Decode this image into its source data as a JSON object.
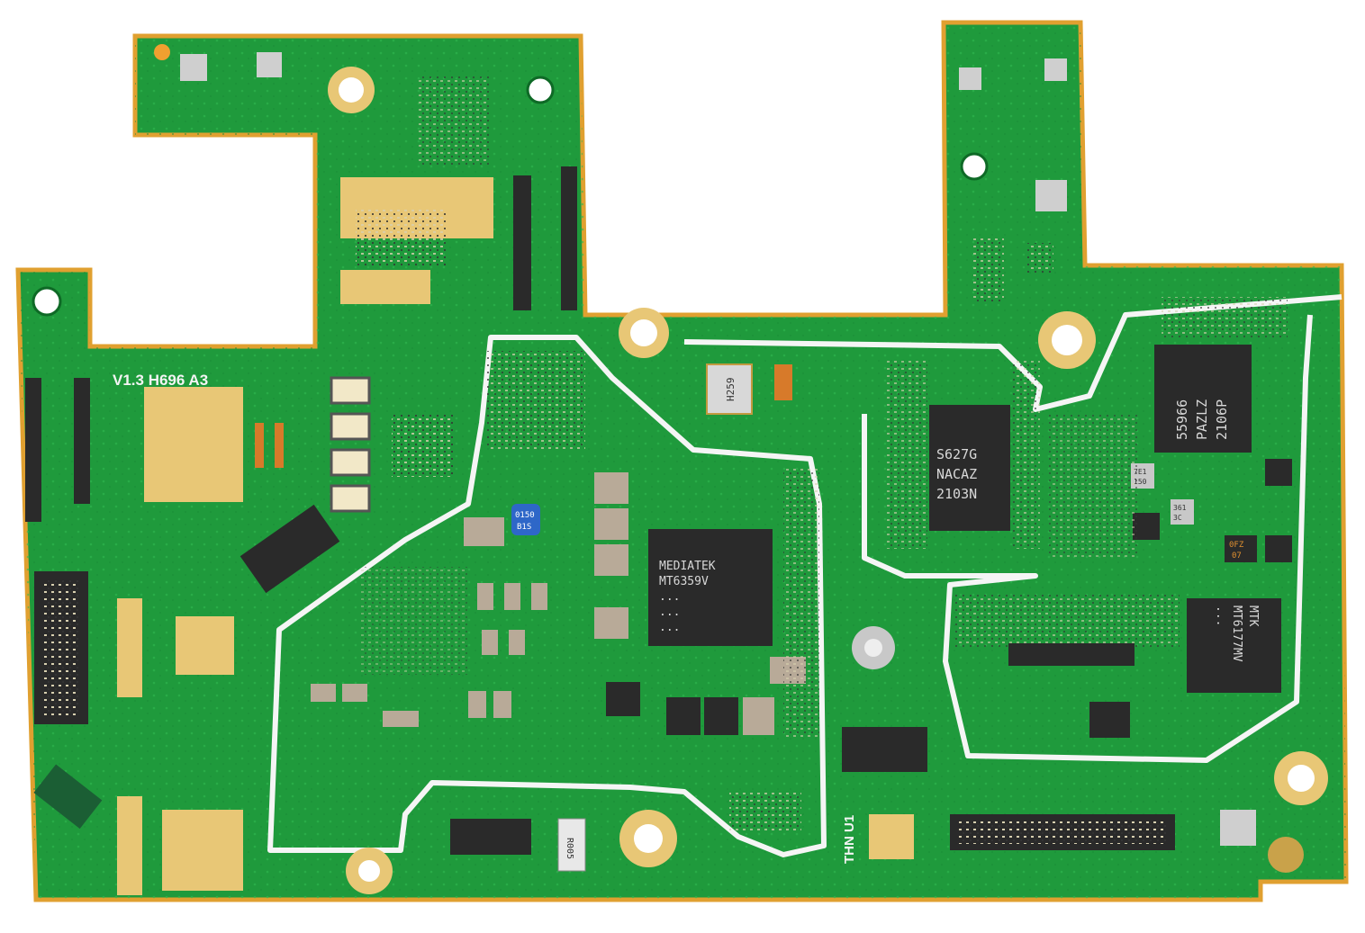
{
  "board": {
    "version_label": "V1.3 H696  A3",
    "bottom_silk": "THN U1",
    "colors": {
      "pcb": "#1f9a3c",
      "pcb_dark": "#17802f",
      "trace": "#2bb04a",
      "gold": "#e8c776",
      "chip": "#2a2a2a",
      "silk": "#f4f4f4",
      "edge": "#e0a030"
    }
  },
  "chips": {
    "pmic": {
      "lines": [
        "MEDIATEK",
        "MT6359V",
        "...",
        "...",
        "..."
      ]
    },
    "s627": {
      "lines": [
        "S627G",
        "NACAZ",
        "2103N"
      ]
    },
    "pa": {
      "lines": [
        "55966",
        "PAZLZ",
        "2106P"
      ]
    },
    "mtk": {
      "lines": [
        "MTK",
        "MT6177MV",
        "..."
      ]
    },
    "crystal": {
      "lines": [
        "H259"
      ]
    },
    "blue": {
      "lines": [
        "0150",
        "B1S"
      ]
    },
    "small1": {
      "lines": [
        "7E1",
        "150"
      ]
    },
    "small2": {
      "lines": [
        "361",
        "3C"
      ]
    },
    "small3": {
      "lines": [
        "0FZ",
        "07"
      ]
    },
    "cap": {
      "lines": [
        "R005"
      ]
    }
  }
}
